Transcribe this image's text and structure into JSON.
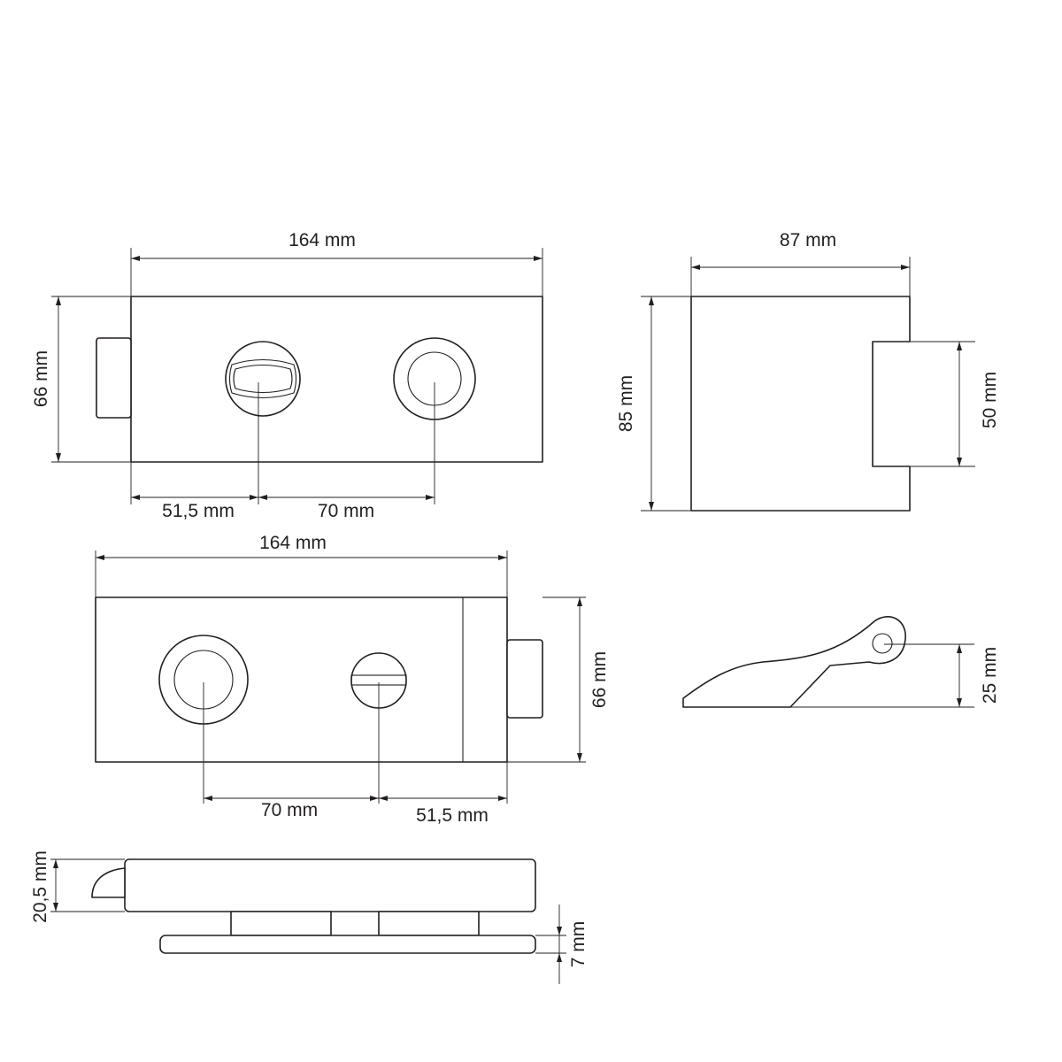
{
  "views": {
    "front_top": {
      "width_label": "164 mm",
      "height_label": "66 mm",
      "left_offset_label": "51,5 mm",
      "spacing_label": "70 mm"
    },
    "side_right": {
      "width_label": "87 mm",
      "height_label": "85 mm",
      "strike_height_label": "50 mm"
    },
    "front_bottom": {
      "width_label": "164 mm",
      "height_label": "66 mm",
      "spacing_label": "70 mm",
      "right_offset_label": "51,5 mm"
    },
    "latch_profile": {
      "height_label": "25 mm"
    },
    "bottom_profile": {
      "body_height_label": "20,5 mm",
      "plate_height_label": "7 mm"
    }
  }
}
